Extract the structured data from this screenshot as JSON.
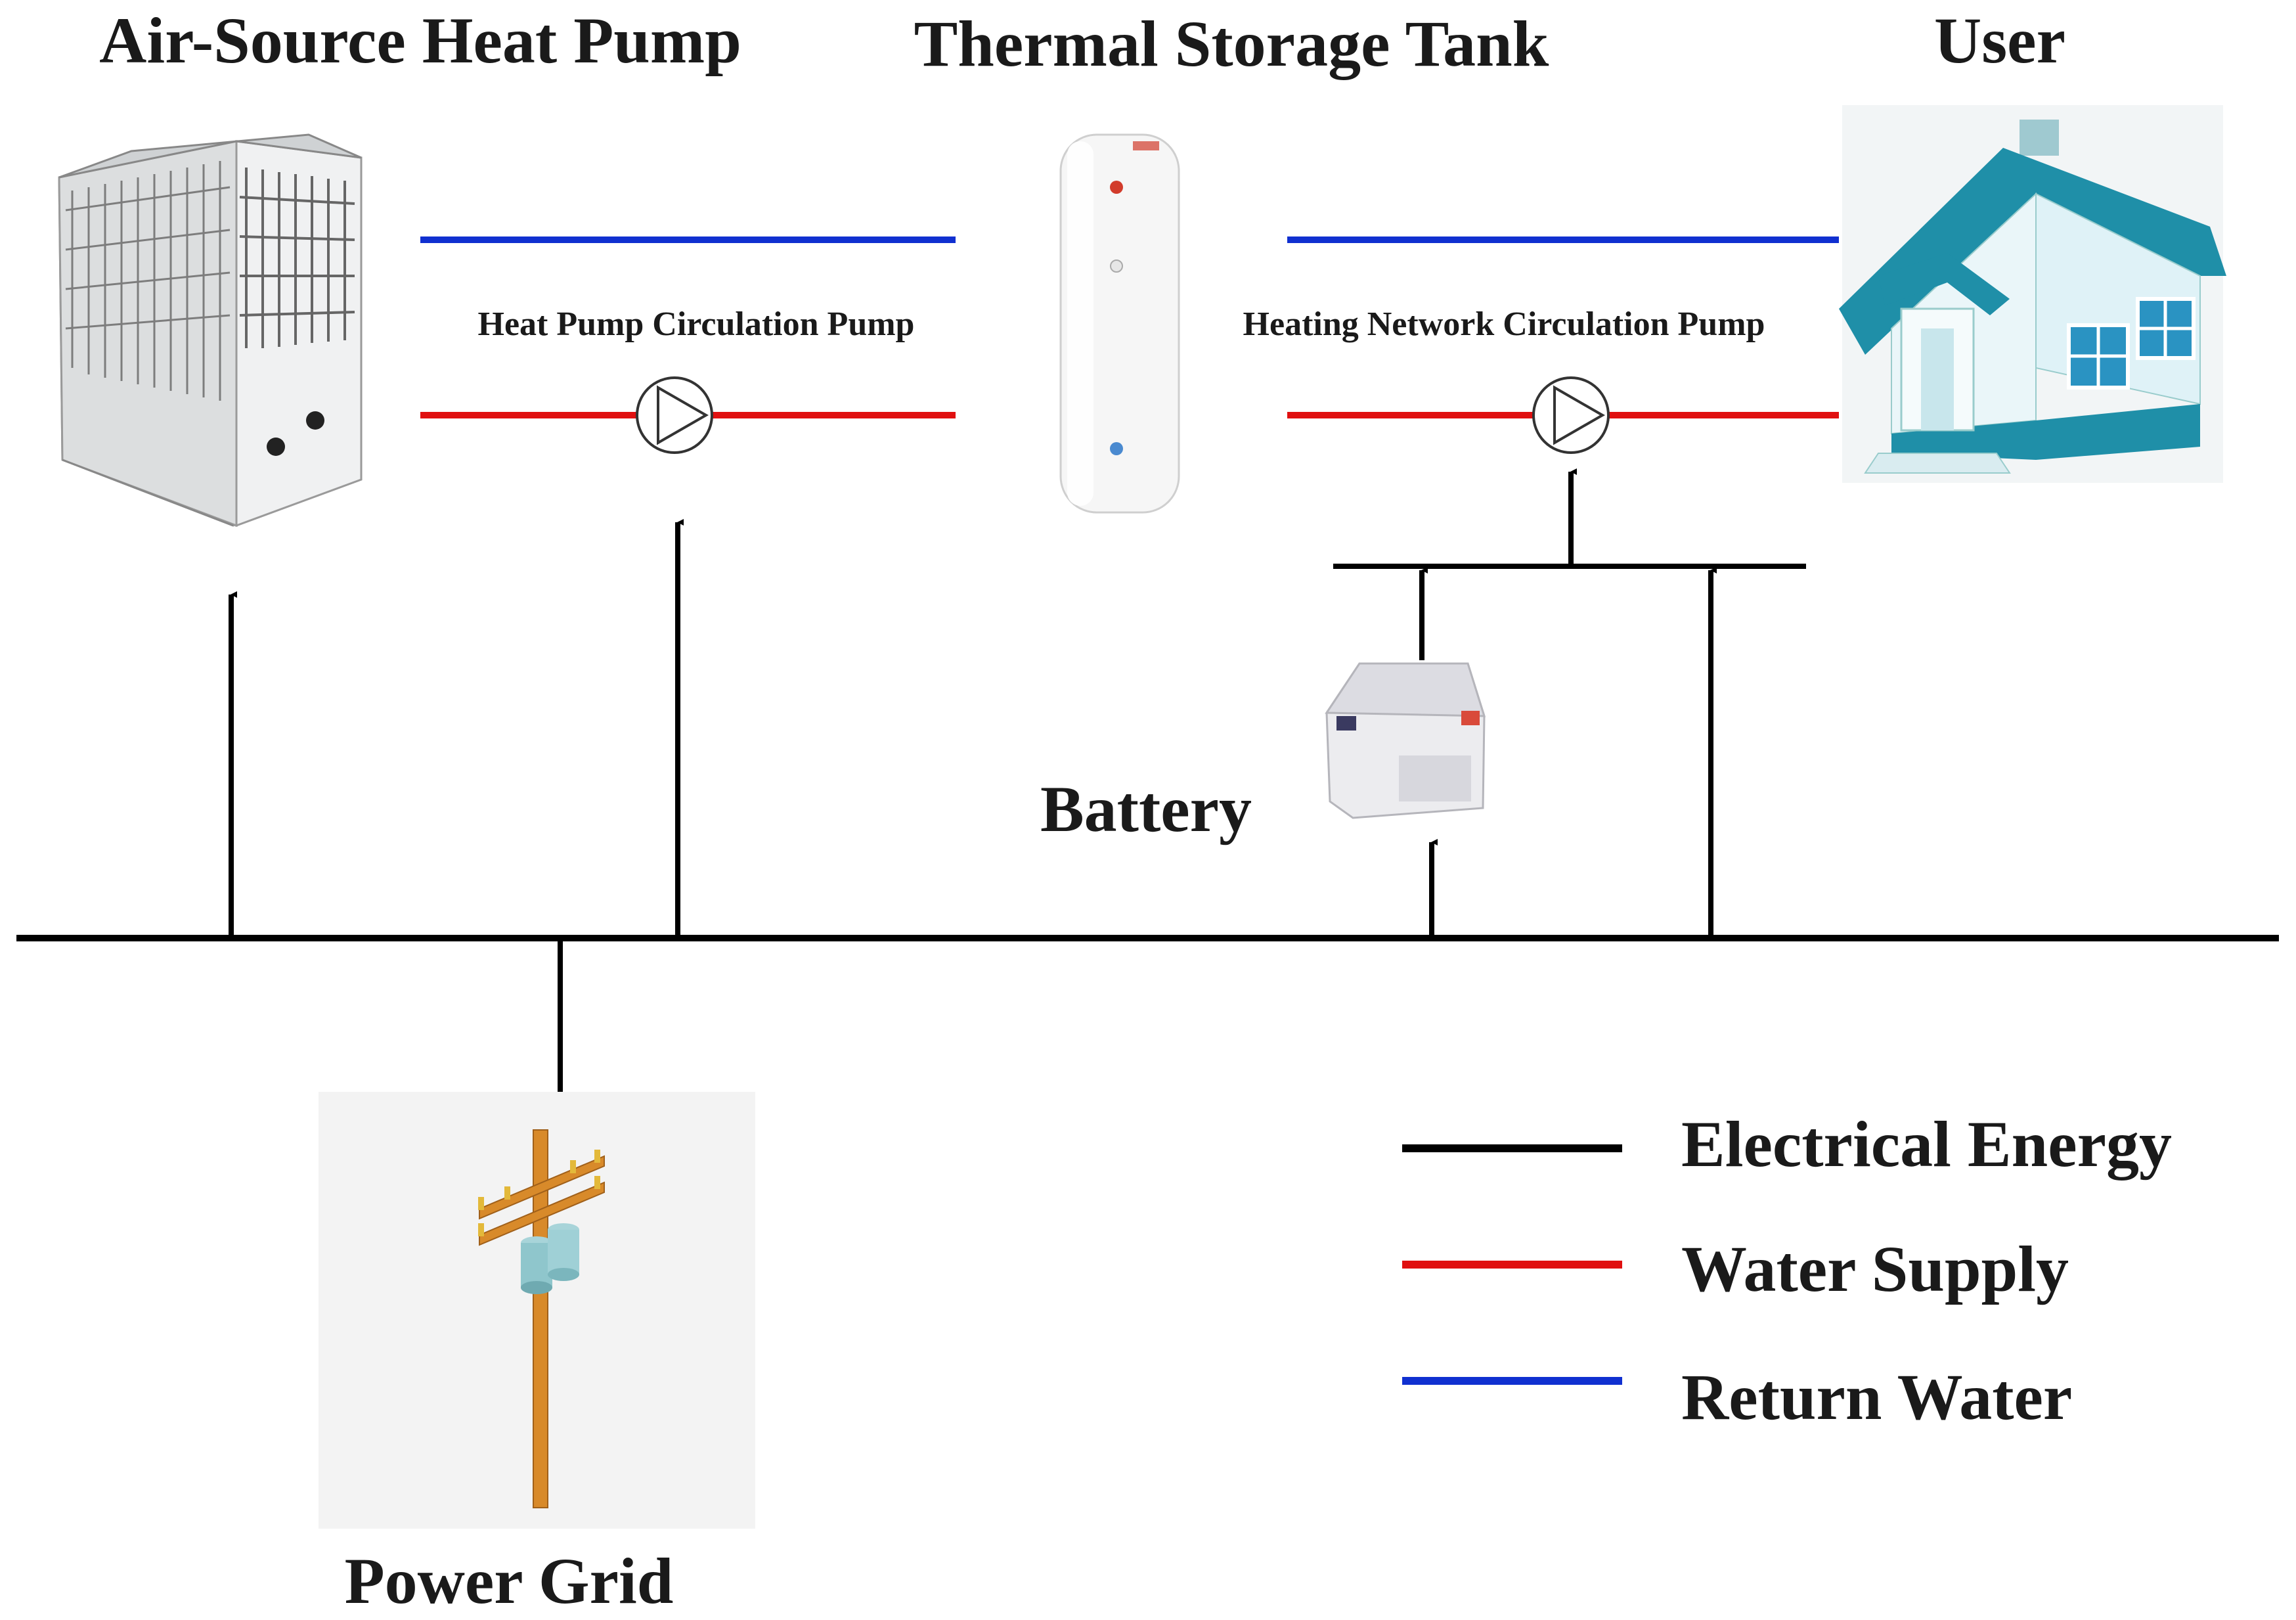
{
  "labels": {
    "heat_pump": "Air-Source Heat Pump",
    "storage_tank": "Thermal Storage Tank",
    "user": "User",
    "heat_pump_circulation_pump": "Heat Pump Circulation Pump",
    "heating_network_circulation_pump": "Heating Network Circulation Pump",
    "battery": "Battery",
    "power_grid": "Power Grid"
  },
  "legend": {
    "items": [
      {
        "label": "Electrical Energy",
        "color": "#000000"
      },
      {
        "label": "Water Supply",
        "color": "#e01010"
      },
      {
        "label": "Return Water",
        "color": "#1030d0"
      }
    ]
  },
  "colors": {
    "electric": "#000000",
    "supply": "#e01010",
    "return": "#1030d0",
    "house_roof": "#1f8fa8",
    "house_wall": "#dff2f7",
    "pole_wood": "#d88a2a",
    "transformer": "#8fc6cc"
  },
  "icons": {
    "heat_pump": "heat-pump-unit-icon",
    "storage_tank": "water-tank-icon",
    "user": "house-icon",
    "battery": "battery-icon",
    "power_grid": "utility-pole-icon",
    "pump": "pump-symbol-icon"
  }
}
